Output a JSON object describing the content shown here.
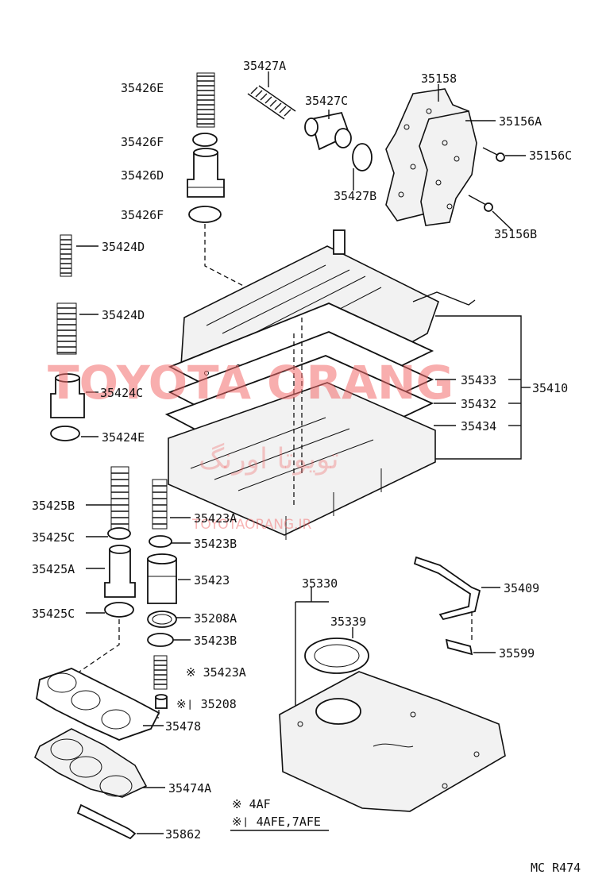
{
  "labels": {
    "p35427A": "35427A",
    "p35426E": "35426E",
    "p35427C": "35427C",
    "p35158": "35158",
    "p35156A": "35156A",
    "p35426F_top": "35426F",
    "p35426D": "35426D",
    "p35156C": "35156C",
    "p35426F_bot": "35426F",
    "p35427B": "35427B",
    "p35156B": "35156B",
    "p35424D_1": "35424D",
    "p35424D_2": "35424D",
    "p35433": "35433",
    "p35410": "35410",
    "p35424C": "35424C",
    "p35432": "35432",
    "p35434": "35434",
    "p35424E": "35424E",
    "p35425B": "35425B",
    "p35423A_top": "35423A",
    "p35425C_top": "35425C",
    "p35423B_top": "35423B",
    "p35425A": "35425A",
    "p35423": "35423",
    "p35330": "35330",
    "p35409": "35409",
    "p35339": "35339",
    "p35425C_bot": "35425C",
    "p35208A": "35208A",
    "p35423B_bot": "35423B",
    "p35599": "35599",
    "p35423A_bot": "※ 35423A",
    "p35208": "※❘ 35208",
    "p35478": "35478",
    "p35474A": "35474A",
    "p35862": "35862"
  },
  "legend": {
    "line1": "※ 4AF",
    "line2": "※❘ 4AFE,7AFE"
  },
  "watermark": {
    "main": "TOYOTA ORANG",
    "persian": "تویوتا اورنگ",
    "url": "TOYOTAORANG.IR"
  },
  "figure_code": "MC R474"
}
